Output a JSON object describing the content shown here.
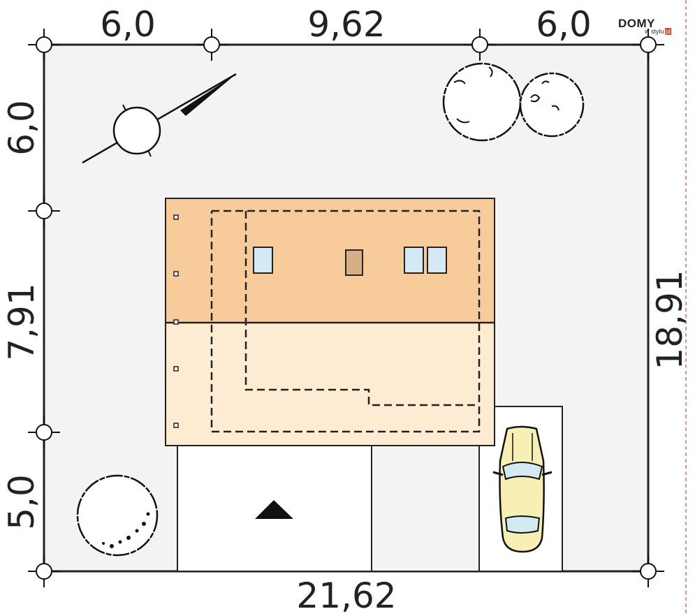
{
  "dimensions": {
    "top_left": "6,0",
    "top_middle": "9,62",
    "top_right": "6,0",
    "bottom_total": "21,62",
    "left_top": "6,0",
    "left_middle": "7,91",
    "left_bottom": "5,0",
    "right_total": "18,91"
  },
  "logo": {
    "main": "DOMY",
    "sub": "w stylu",
    "tld": "pl"
  },
  "colors": {
    "plot_fill": "#f3f3f4",
    "roof_dark": "#f8cc9a",
    "roof_light": "#fdebd2",
    "window_fill": "#d3eaf5",
    "chimney_fill": "#d7ae86",
    "car_body": "#f7efb3",
    "logo_accent": "#e9472b",
    "boundary_dash": "#e76a6a"
  },
  "icons": {
    "compass": "north-arrow-icon",
    "entrance": "entrance-triangle-icon",
    "car": "car-icon",
    "tree": "tree-icon"
  }
}
